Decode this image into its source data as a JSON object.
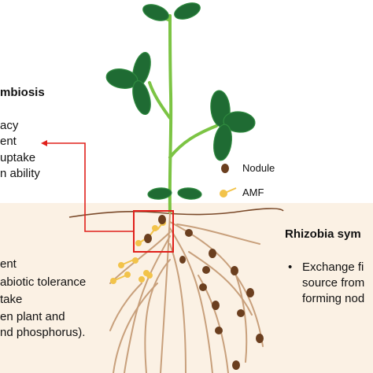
{
  "left_top": {
    "heading": "mbiosis",
    "lines": [
      "acy",
      "ent",
      "uptake",
      "n ability"
    ]
  },
  "left_bottom": {
    "lines": [
      "ent",
      "abiotic tolerance",
      "take",
      "en plant and",
      "nd phosphorus)."
    ]
  },
  "right": {
    "heading": "Rhizobia sym",
    "bullet": "•",
    "lines": [
      "Exchange fi",
      "source from",
      "forming nod"
    ]
  },
  "legend": {
    "nodule_label": "Nodule",
    "amf_label": "AMF"
  },
  "colors": {
    "leaf": "#1f6b33",
    "leaf_edge": "#2f8a3f",
    "stem": "#7cc444",
    "soil_bg": "#fbf1e4",
    "soil_line": "#7a4a2a",
    "root": "#c8a07c",
    "nodule": "#6b3f1f",
    "amf": "#f2c34a",
    "highlight": "#e0201b"
  }
}
